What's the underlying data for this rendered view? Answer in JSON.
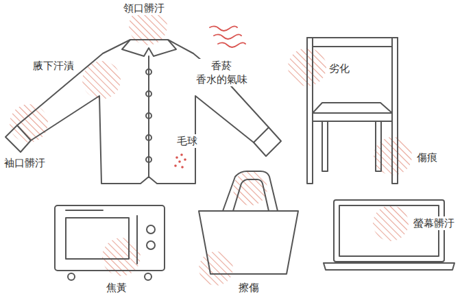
{
  "diagram": {
    "labels": [
      "領口髒汙",
      "腋下汗漬",
      "香菸 香水的氣味",
      "毛球",
      "袖口髒汙",
      "劣化",
      "傷痕",
      "焦黃",
      "擦傷",
      "螢幕髒汙"
    ]
  }
}
